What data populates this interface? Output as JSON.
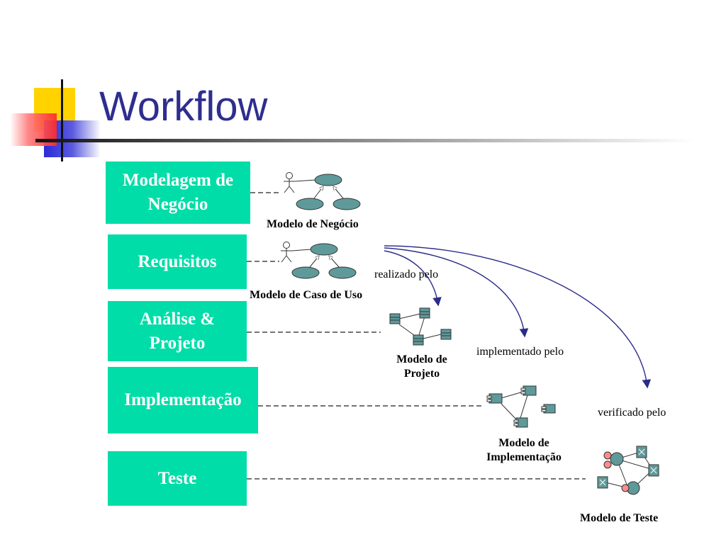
{
  "slide": {
    "title": "Workflow"
  },
  "workflows": [
    {
      "id": "business",
      "label_lines": [
        "Modelagem de",
        "Negócio"
      ]
    },
    {
      "id": "requirements",
      "label_lines": [
        "Requisitos"
      ]
    },
    {
      "id": "analysis",
      "label_lines": [
        "Análise &",
        "Projeto"
      ]
    },
    {
      "id": "implementation",
      "label_lines": [
        "Implementação"
      ]
    },
    {
      "id": "test",
      "label_lines": [
        "Teste"
      ]
    }
  ],
  "models": {
    "business": "Modelo de Negócio",
    "usecase": "Modelo de Caso de Uso",
    "design_lines": [
      "Modelo de",
      "Projeto"
    ],
    "implementation_lines": [
      "Modelo de",
      "Implementação"
    ],
    "test": "Modelo de Teste"
  },
  "relations": {
    "realized": "realizado pelo",
    "implemented": "implementado pelo",
    "verified": "verificado pelo"
  },
  "colors": {
    "box": "#00dda8",
    "title": "#2e2e8f",
    "arrow": "#2b2b8a",
    "uml_fill": "#5f9a9a"
  }
}
